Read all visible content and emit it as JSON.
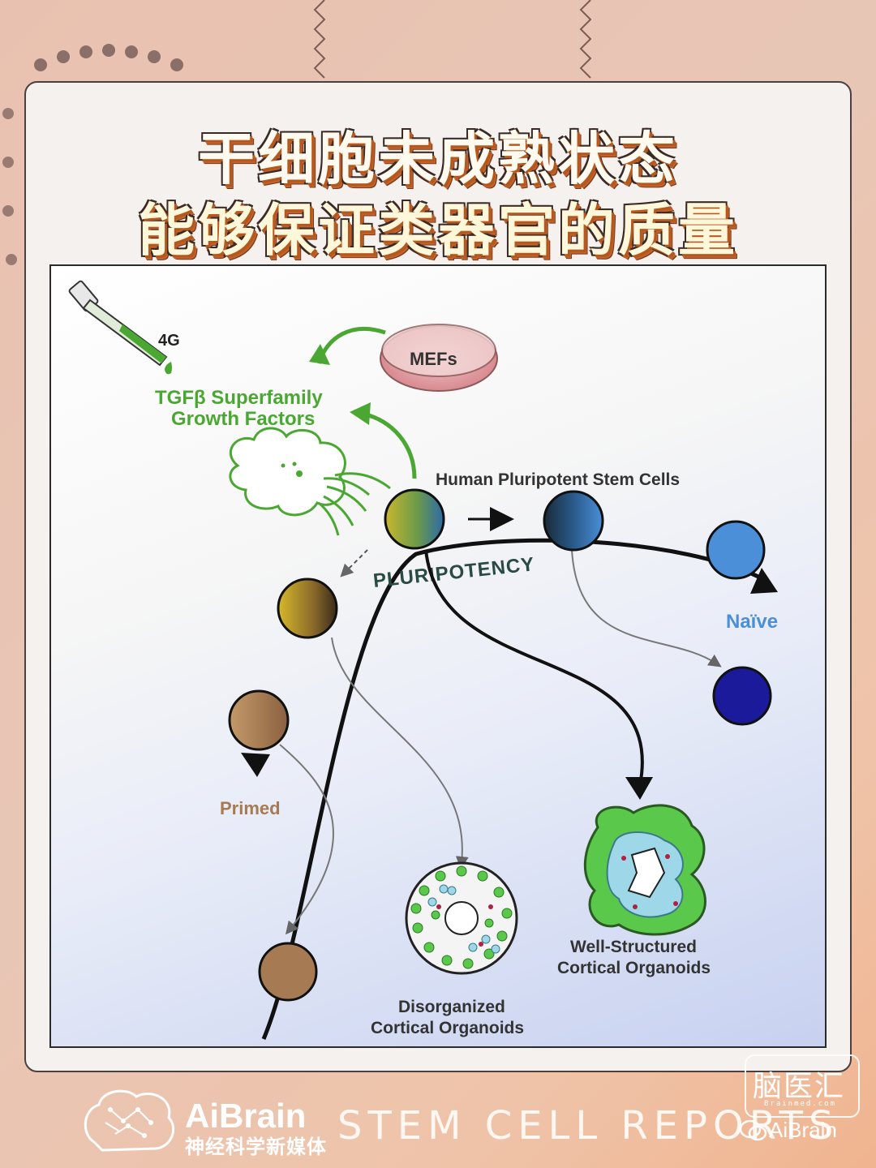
{
  "colors": {
    "accent_orange": "#c3622a",
    "green": "#4aa832",
    "naive_blue": "#4a8fd8",
    "primed_brown": "#a67a52"
  },
  "title": {
    "line1": "干细胞未成熟状态",
    "line2": "能够保证类器官的质量"
  },
  "figure": {
    "label_4g": "4G",
    "label_mefs": "MEFs",
    "label_tgf_line1": "TGFβ Superfamily",
    "label_tgf_line2": "Growth Factors",
    "label_hpsc": "Human Pluripotent Stem Cells",
    "label_pluripotency": "PLURIPOTENCY",
    "label_naive": "Naïve",
    "label_primed": "Primed",
    "label_well_line1": "Well-Structured",
    "label_well_line2": "Cortical Organoids",
    "label_dis_line1": "Disorganized",
    "label_dis_line2": "Cortical Organoids"
  },
  "footer": {
    "brand": "AiBrain",
    "brand_sub": "神经科学新媒体",
    "journal": "STEM CELL REPORTS",
    "watermark": "脑医汇",
    "watermark_url": "Brainmed.com",
    "wechat_label": "AiBrain"
  }
}
